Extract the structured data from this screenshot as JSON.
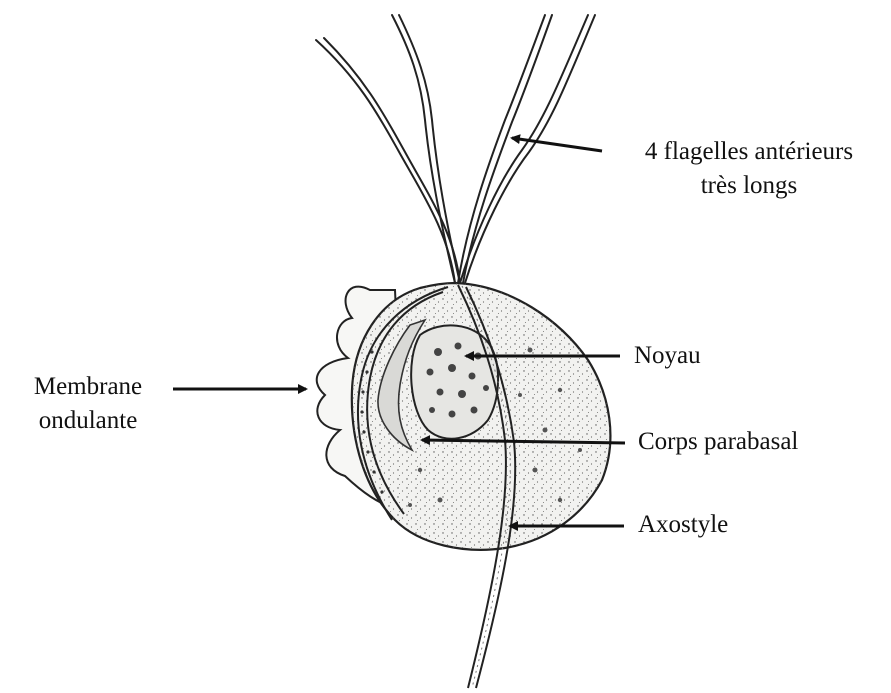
{
  "labels": {
    "flagella": {
      "line1": "4 flagelles antérieurs",
      "line2": "très longs"
    },
    "nucleus": "Noyau",
    "undulating_membrane": {
      "line1": "Membrane",
      "line2": "ondulante"
    },
    "parabasal_body": "Corps parabasal",
    "axostyle": "Axostyle"
  },
  "colors": {
    "ink": "#111111",
    "background": "#ffffff",
    "cell_fill": "#f2f2f0"
  }
}
